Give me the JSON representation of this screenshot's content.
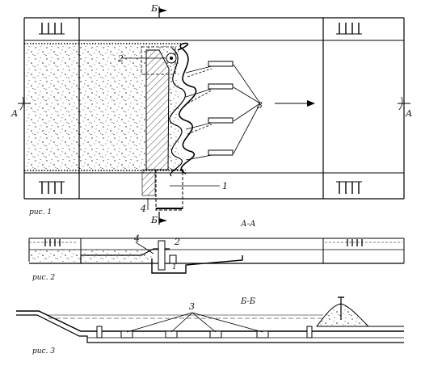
{
  "labels": {
    "b_top": "Б",
    "b_bottom": "Б",
    "a_left": "А",
    "a_right": "А",
    "n1": "1",
    "n2": "2",
    "n3": "3",
    "n4": "4",
    "n2_fig2": "2",
    "n4_fig2": "4",
    "n1_fig2": "1",
    "n3_fig3": "3",
    "section_aa": "А-А",
    "section_bb": "Б-Б",
    "fig1": "рис. 1",
    "fig2": "рис. 2",
    "fig3": "рис. 3"
  }
}
